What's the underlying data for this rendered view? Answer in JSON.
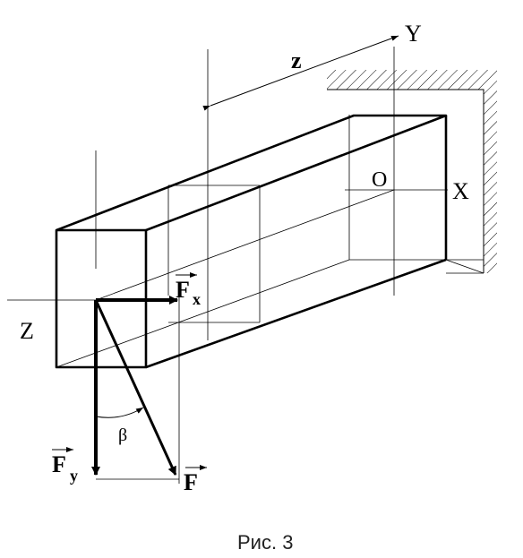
{
  "labels": {
    "axis_y": "Y",
    "axis_x": "X",
    "axis_z": "Z",
    "origin": "O",
    "dimension_z": "z",
    "force_f": "F",
    "force_fx": "F",
    "force_fx_sub": "x",
    "force_fy": "F",
    "force_fy_sub": "y",
    "angle": "β"
  },
  "caption": "Рис. 3",
  "colors": {
    "ink": "#000000",
    "caption": "#222222"
  }
}
